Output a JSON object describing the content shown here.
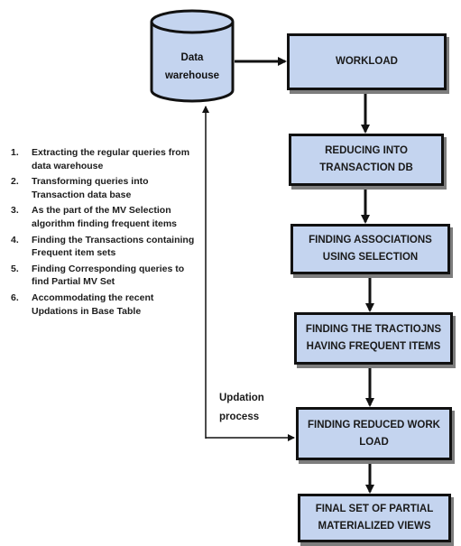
{
  "datastore": {
    "label": "Data\nwarehouse"
  },
  "flow_boxes": [
    {
      "label": "WORKLOAD"
    },
    {
      "label": "REDUCING INTO\nTRANSACTION DB"
    },
    {
      "label": "FINDING ASSOCIATIONS\nUSING SELECTION"
    },
    {
      "label": "FINDING THE TRACTIOJNS\nHAVING FREQUENT ITEMS"
    },
    {
      "label": "FINDING REDUCED WORK\nLOAD"
    },
    {
      "label": "FINAL SET OF PARTIAL\nMATERIALIZED VIEWS"
    }
  ],
  "steps": [
    {
      "num": "1.",
      "text": "Extracting the regular queries from data warehouse"
    },
    {
      "num": "2.",
      "text": "Transforming  queries into Transaction data base"
    },
    {
      "num": "3.",
      "text": "As the part of the MV Selection algorithm  finding frequent items"
    },
    {
      "num": "4.",
      "text": "Finding the Transactions containing Frequent item sets"
    },
    {
      "num": "5.",
      "text": "Finding Corresponding queries to find Partial MV Set"
    },
    {
      "num": "6.",
      "text": "Accommodating the recent Updations in Base Table"
    }
  ],
  "feedback_label": "Updation\nprocess",
  "colors": {
    "box_fill": "#c4d4ef",
    "stroke": "#111111",
    "shadow": "#7d7d7d"
  }
}
